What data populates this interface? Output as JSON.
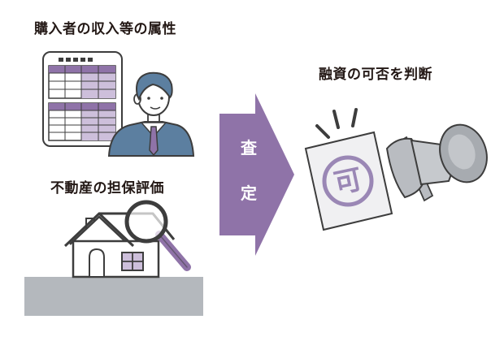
{
  "labels": {
    "buyer_attributes": "購入者の収入等の属性",
    "property_valuation": "不動産の担保評価",
    "loan_decision": "融資の可否を判断"
  },
  "arrow": {
    "char_1": "査",
    "char_2": "定",
    "color": "#8f73a8"
  },
  "stamp": {
    "mark": "可",
    "paper_color": "#f0f0f2",
    "ink_color": "#9a87b5"
  },
  "colors": {
    "accent_purple": "#8f73a8",
    "light_purple": "#cdbfdb",
    "outline": "#3d3d3d",
    "ground_gray": "#b4b8bd",
    "suit_blue": "#5c7fa0"
  }
}
